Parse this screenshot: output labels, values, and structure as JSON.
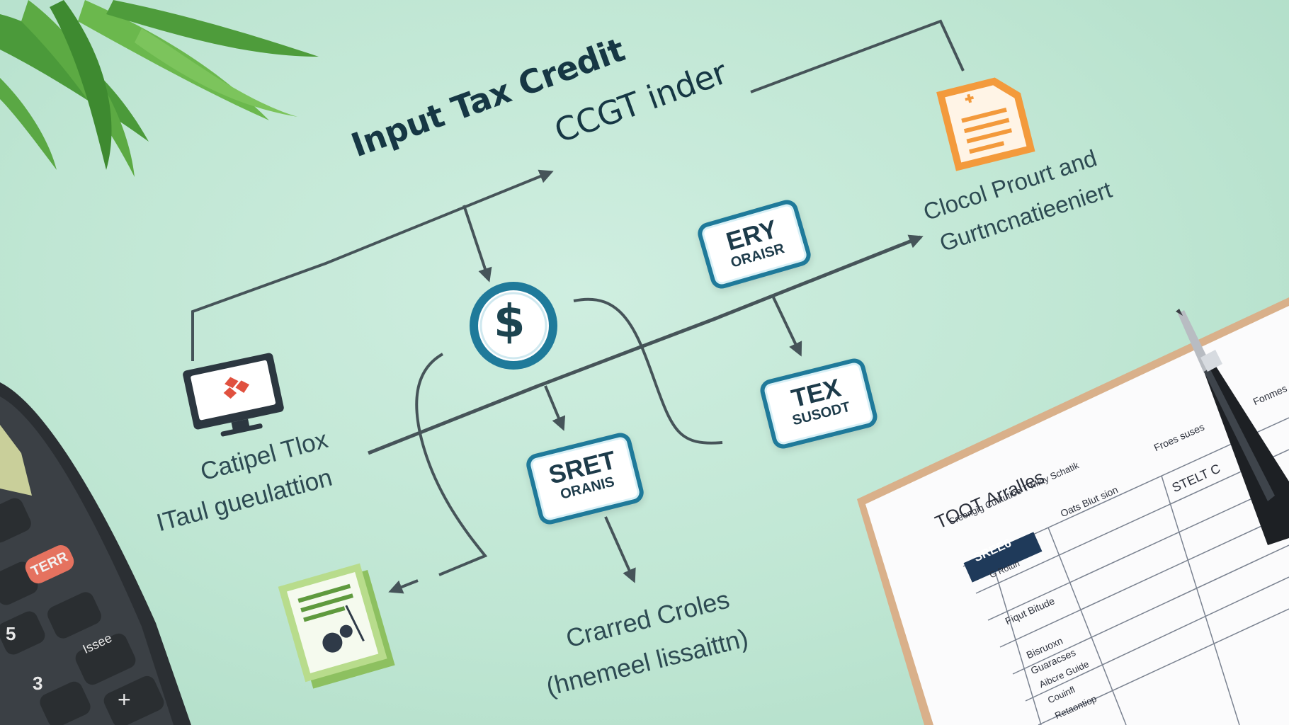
{
  "diagram": {
    "title_line1": "Input Tax Credit",
    "title_line2": "CCGT inder",
    "nodes": {
      "badge_top": {
        "line1": "ERY",
        "line2": "ORAISR"
      },
      "badge_right": {
        "line1": "TEX",
        "line2": "SUSODT"
      },
      "badge_center": {
        "line1": "SRET",
        "line2": "ORANIS"
      },
      "coin": {
        "symbol": "$"
      }
    },
    "captions": {
      "left_line1": "Catipel Tlox",
      "left_line2": "ITaul gueulattion",
      "right_line1": "Clocol Prourt and",
      "right_line2": "Gurtncnatieeniert",
      "bottom_line1": "Crarred Croles",
      "bottom_line2": "(hnemeel lissaittn)"
    }
  },
  "paper": {
    "heading": "TOOT Arralles",
    "subheading": "Creongig Cutitutioe T Mkty Schatik",
    "header_box": {
      "line1": "SREE6",
      "line2": "G Rotun"
    },
    "col_headers": [
      "Oats Blut sion",
      "STELT C",
      "Froes suses"
    ],
    "row_texts": [
      "Fiqut Bitude",
      "Bisruoxn",
      "Guaracses",
      "Aibcre Guide",
      "Couinfl",
      "Retaontiop"
    ],
    "corner_text": "Fonmes"
  },
  "calculator": {
    "keys": [
      "TERR",
      "5",
      "3",
      "Issee",
      "+"
    ]
  },
  "colors": {
    "arrow": "#465459",
    "accent_blue": "#1f7a9a",
    "title": "#163744",
    "doc_orange": "#f39a3c",
    "doc_green": "#8dc060",
    "calc_red": "#e5725f"
  }
}
